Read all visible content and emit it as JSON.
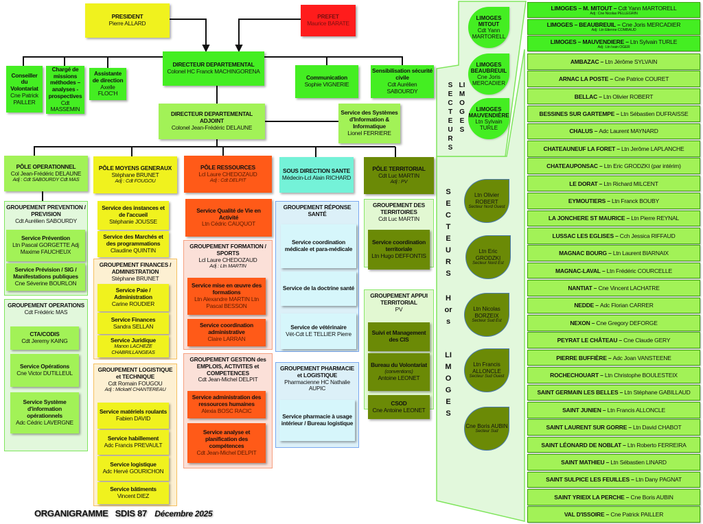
{
  "title": {
    "main": "ORGANIGRAMME",
    "org": "SDIS 87",
    "date": "Décembre 2025"
  },
  "boxes": {
    "president": {
      "title": "PRESIDENT",
      "person": "Pierre ALLARD"
    },
    "prefet": {
      "title": "PREFET",
      "person": "Maurice BARATE"
    },
    "directeur": {
      "title": "DIRECTEUR  DEPARTEMENTAL",
      "person": "Colonel HC Franck MACHINGORENA"
    },
    "conseiller": {
      "title": "Conseiller du Volontariat",
      "person": "Cne Patrick PAILLER"
    },
    "charge": {
      "title": "Chargé de missions méthodes – analyses - prospectives",
      "person": "Cdt MASSEMIN"
    },
    "assistante": {
      "title": "Assistante de direction",
      "person": "Axelle FLOC'H"
    },
    "communication": {
      "title": "Communication",
      "person": "Sophie VIGNERIE"
    },
    "sensibilisation": {
      "title": "Sensibilisation sécurité civile",
      "person": "Cdt Aurélien SABOURDY"
    },
    "adjoint": {
      "title": "DIRECTEUR DEPARTEMENTAL ADJOINT",
      "person": "Colonel Jean-Frédéric DELAUNE"
    },
    "ssi": {
      "title": "Service des Systèmes d'Information & Informatique",
      "person": "Lionel FERRIERE"
    },
    "pole_op": {
      "title": "PÔLE OPERATIONNEL",
      "person": "Col Jean-Frédéric DELAUNE",
      "adj": "Adj : Cdt SABOURDY Cdt MAS"
    },
    "pole_mg": {
      "title": "PÔLE MOYENS GENERAUX",
      "person": "Stéphane BRUNET",
      "adj": "Adj : Cdt FOUGOU"
    },
    "pole_res": {
      "title": "PÔLE RESSOURCES",
      "person": "Lcl Laure CHEDOZAUD",
      "adj": "Adj : Cdt DELPIT"
    },
    "sante": {
      "title": "SOUS DIRECTION SANTE",
      "person": "Médecin-Lcl Alain RICHARD"
    },
    "pole_terr": {
      "title": "PÔLE TERRITORIAL",
      "person": "Cdt Luc MARTIN",
      "adj": "Adj : PV"
    },
    "g_prev": {
      "title": "GROUPEMENT PREVENTION / PREVISION",
      "person": "Cdt Aurélien SABOURDY"
    },
    "s_prev": {
      "title": "Service Prévention",
      "person": "Ltn Pascal GORGETTE Adj Maxime FAUCHEUX"
    },
    "s_previs": {
      "title": "Service Prévision / SIG / Manifestations publiques",
      "person": "Cne Séverine BOURLON"
    },
    "g_ops": {
      "title": "GROUPEMENT OPERATIONS",
      "person": "Cdt Frédéric MAS"
    },
    "cta": {
      "title": "CTA/CODIS",
      "person": "Cdt Jeremy KAING"
    },
    "s_ops": {
      "title": "Service Opérations",
      "person": "Cne Victor DUTILLEUL"
    },
    "sio": {
      "title": "Service Système d'information opérationnels",
      "person": "Adc Cédric LAVERGNE"
    },
    "instances": {
      "title": "Service des instances et de l'accueil",
      "person": "Stéphanie JOUSSE"
    },
    "marches": {
      "title": "Service des Marchés et des programmations",
      "person": "Claudine QUINTIN"
    },
    "g_fin": {
      "title": "GROUPEMENT FINANCES / ADMINISTRATION",
      "person": "Stéphane BRUNET"
    },
    "paie": {
      "title": "Service Paie / Administration",
      "person": "Carine ROUDIER"
    },
    "finances": {
      "title": "Service Finances",
      "person": "Sandra SELLAN"
    },
    "juridique": {
      "title": "Service Juridique",
      "adj": "Manon LACHEZE CHABRILLANGEAS"
    },
    "g_log": {
      "title": "GROUPEMENT LOGISTIQUE et TECHNIQUE",
      "person": "Cdt Romain FOUGOU",
      "adj": "Adj : Mickaël CHANTEREAU"
    },
    "materiels": {
      "title": "Service matériels roulants",
      "person": "Fabien DAVID"
    },
    "habillement": {
      "title": "Service habillement",
      "person": "Adc Francis PREVAULT"
    },
    "logistique": {
      "title": "Service logistique",
      "person": "Adc Hervé GOURICHON"
    },
    "batiments": {
      "title": "Service bâtiments",
      "person": "Vincent DIEZ"
    },
    "qva": {
      "title": "Service Qualité de Vie en Activité",
      "person": "Ltn Cédric CAUQUOT"
    },
    "g_form": {
      "title": "GROUPEMENT FORMATION / SPORTS",
      "person": "Lcl Laure CHEDOZAUD",
      "adj": "Adj : Ltn MARTIN"
    },
    "formations": {
      "title": "Service mise en œuvre des formations",
      "person": "Ltn Alexandre MARTIN Ltn Pascal BESSON"
    },
    "coord_admin": {
      "title": "Service coordination administrative",
      "person": "Claire LARRAN"
    },
    "g_gest": {
      "title": "GROUPEMENT GESTION des EMPLOIS, ACTIVITES et COMPETENCES",
      "person": "Cdt Jean-Michel DELPIT"
    },
    "rh": {
      "title": "Service administration des ressources humaines",
      "person": "Alexia BOSC RACIC"
    },
    "analyse": {
      "title": "Service analyse et planification des compétences",
      "person": "Cdt Jean-Michel DELPIT"
    },
    "g_rep": {
      "title": "GROUPEMENT RÉPONSE SANTÉ"
    },
    "coord_med": {
      "title": "Service coordination médicale et para-médicale"
    },
    "doctrine": {
      "title": "Service de la doctrine santé"
    },
    "veto": {
      "title": "Service de vétérinaire",
      "person": "Vét-Cdt LE TELLIER Pierre"
    },
    "g_pharma": {
      "title": "GROUPEMENT PHARMACIE et LOGISTIQUE",
      "person": "Pharmacienne HC Nathalie AUPIC"
    },
    "pharma": {
      "title": "Service pharmacie à usage intérieur / Bureau logistique"
    },
    "g_terr": {
      "title": "GROUPEMENT DES TERRITOIRES",
      "person": "Cdt Luc MARTIN"
    },
    "coord_terr": {
      "title": "Service coordination territoriale",
      "person": "Ltn Hugo DEFFONTIS"
    },
    "g_appui": {
      "title": "GROUPEMENT APPUI TERRITORIAL",
      "person": "PV"
    },
    "suivi": {
      "title": "Suivi et Management des CIS"
    },
    "bureau": {
      "title": "Bureau du Volontariat",
      "adj": "(conventions)",
      "person": "Antoine LEONET"
    },
    "csod": {
      "title": "CSOD",
      "person": "Cne Antoine LEONET"
    }
  },
  "secteurs_limoges": {
    "label_left": "SECTEURS",
    "label_right": "LIMOGES",
    "drops": [
      {
        "title": "LIMOGES MITOUT",
        "person": "Cdt Yann MARTORELL"
      },
      {
        "title": "LIMOGES BEAUBREUIL",
        "person": "Cne Joris MERCADIER"
      },
      {
        "title": "LIMOGES MAUVENDIÈRE",
        "person": "Ltn Sylvain TURLE"
      }
    ]
  },
  "secteurs_hors": {
    "label": [
      "SECTEURS",
      "Hors",
      "LIMOGES"
    ],
    "drops": [
      {
        "person": "Ltn Olivier ROBERT",
        "sector": "Secteur Nord Ouest"
      },
      {
        "person": "Ltn Eric GRODZKI",
        "sector": "Secteur Nord Est"
      },
      {
        "person": "Ltn Nicolas BORZEIX",
        "sector": "Secteur Sud Est"
      },
      {
        "person": "Ltn Francis ALLONCLE",
        "sector": "Secteur Sud Ouest"
      },
      {
        "person": "Cne Boris AUBIN",
        "sector": "Secteur Sud"
      }
    ]
  },
  "communes": [
    {
      "commune": "LIMOGES – M. MITOUT",
      "chief": "Cdt Yann MARTORELL",
      "adj": "Adj : Cne Nicolas PELLEGRIN"
    },
    {
      "commune": "LIMOGES – BEAUBREUIL",
      "chief": "Cne Joris MERCADIER",
      "adj": "Adj : Ltn Etienne COMBAUD"
    },
    {
      "commune": "LIMOGES – MAUVENDIERE",
      "chief": "Ltn Sylvain TURLE",
      "adj": "Adj : Ltn Ivain OGER"
    },
    {
      "commune": "AMBAZAC",
      "chief": "Ltn Jérôme SYLVAIN"
    },
    {
      "commune": "ARNAC LA POSTE",
      "chief": "Cne Patrice COURET"
    },
    {
      "commune": "BELLAC",
      "chief": "Ltn Olivier ROBERT"
    },
    {
      "commune": "BESSINES SUR GARTEMPE",
      "chief": "Ltn Sébastien DUFRAISSE"
    },
    {
      "commune": "CHALUS",
      "chief": "Adc Laurent MAYNARD"
    },
    {
      "commune": "CHATEAUNEUF LA FORET",
      "chief": "Ltn Jerôme LAPLANCHE"
    },
    {
      "commune": "CHATEAUPONSAC",
      "chief": "Ltn Eric GRODZKI (par intérim)"
    },
    {
      "commune": "LE DORAT",
      "chief": "Ltn Richard MILCENT"
    },
    {
      "commune": "EYMOUTIERS",
      "chief": "Ltn Franck BOUBY"
    },
    {
      "commune": "LA JONCHERE ST MAURICE",
      "chief": "Ltn Pierre REYNAL"
    },
    {
      "commune": "LUSSAC LES EGLISES",
      "chief": "Cch Jessica RIFFAUD"
    },
    {
      "commune": "MAGNAC BOURG",
      "chief": "Ltn Laurent BIARNAIX"
    },
    {
      "commune": "MAGNAC-LAVAL",
      "chief": "Ltn Frédéric COURCELLE"
    },
    {
      "commune": "NANTIAT",
      "chief": "Cne Vincent LACHATRE"
    },
    {
      "commune": "NEDDE",
      "chief": "Adc Florian CARRER"
    },
    {
      "commune": "NEXON",
      "chief": "Cne Gregory DEFORGE"
    },
    {
      "commune": "PEYRAT LE CHÂTEAU",
      "chief": "Cne Claude GERY"
    },
    {
      "commune": "PIERRE BUFFIÈRE",
      "chief": "Adc Joan VANSTEENE"
    },
    {
      "commune": "ROCHECHOUART",
      "chief": "Ltn Christophe BOULESTEIX"
    },
    {
      "commune": "SAINT GERMAIN LES BELLES",
      "chief": "Ltn Stéphane GABILLAUD"
    },
    {
      "commune": "SAINT JUNIEN",
      "chief": "Ltn Francis ALLONCLE"
    },
    {
      "commune": "SAINT LAURENT SUR GORRE",
      "chief": "Ltn David CHABOT"
    },
    {
      "commune": "SAINT LÉONARD DE NOBLAT",
      "chief": "Ltn Roberto FERREIRA"
    },
    {
      "commune": "SAINT MATHIEU",
      "chief": "Ltn Sébastien LINARD"
    },
    {
      "commune": "SAINT SULPICE LES FEUILLES",
      "chief": "Ltn Dany PAGNAT"
    },
    {
      "commune": "SAINT YRIEIX LA PERCHE",
      "chief": "Cne Boris AUBIN"
    },
    {
      "commune": "VAL D'ISSOIRE",
      "chief": "Cne Patrick PAILLER"
    }
  ]
}
